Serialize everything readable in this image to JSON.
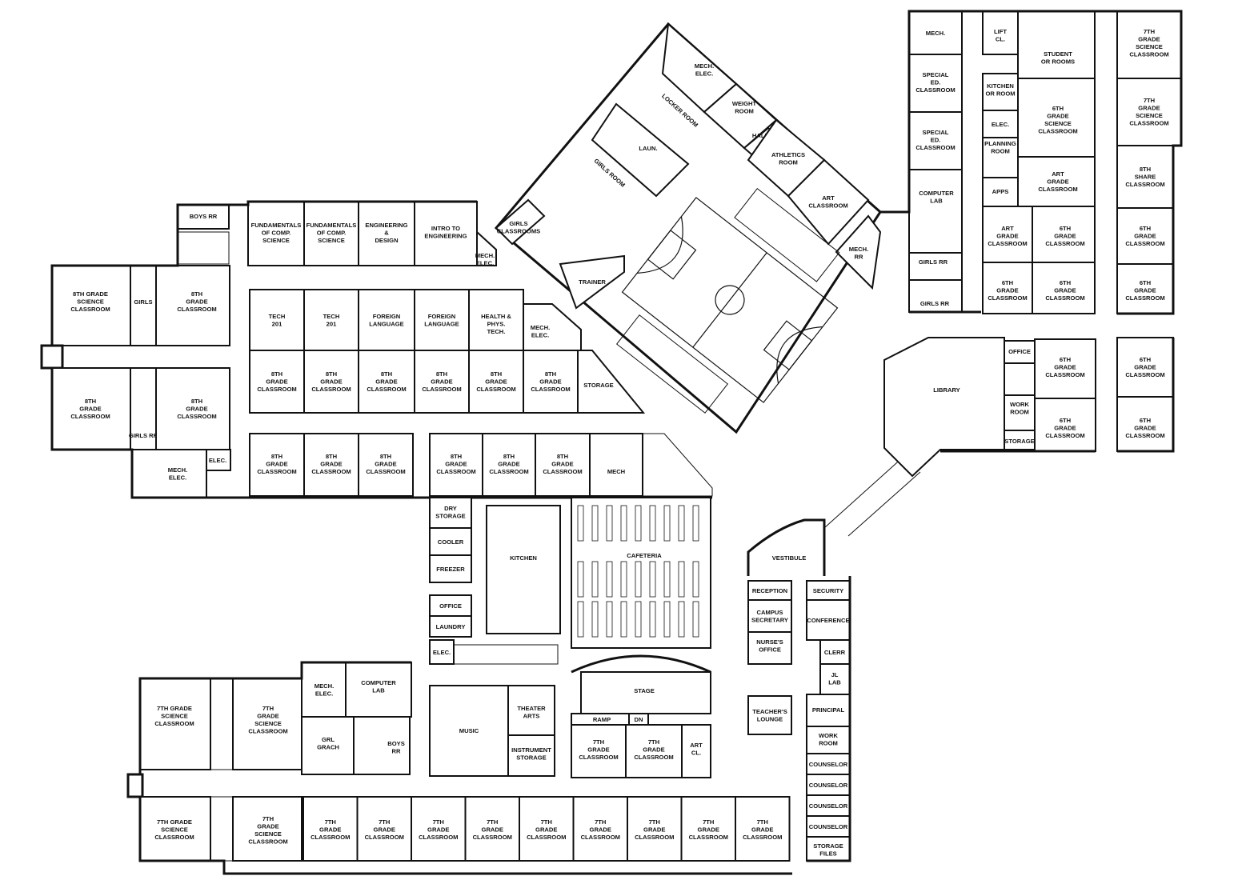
{
  "rooms": [
    {
      "id": "boys-rr-top",
      "label": "BOYS RR"
    },
    {
      "id": "fund-comp-1",
      "label": "FUNDAMENTALS\nOF COMP.\nSCIENCE"
    },
    {
      "id": "fund-comp-2",
      "label": "FUNDAMENTALS\nOF COMP.\nSCIENCE"
    },
    {
      "id": "eng-design",
      "label": "ENGINEERING\n&\nDESIGN"
    },
    {
      "id": "intro-eng",
      "label": "INTRO TO\nENGINEERING"
    },
    {
      "id": "mech-elec-small",
      "label": "MECH.\nELEC."
    },
    {
      "id": "g8-sci-nw",
      "label": "8TH GRADE\nSCIENCE\nCLASSROOM"
    },
    {
      "id": "girls-nw",
      "label": "GIRLS"
    },
    {
      "id": "g8-nw-2",
      "label": "8TH\nGRADE\nCLASSROOM"
    },
    {
      "id": "g8-w-1",
      "label": "8TH\nGRADE\nCLASSROOM"
    },
    {
      "id": "g8-w-2",
      "label": "8TH\nGRADE\nCLASSROOM"
    },
    {
      "id": "girls-rr-w",
      "label": "GIRLS RR"
    },
    {
      "id": "mech-elec-w",
      "label": "MECH.\nELEC."
    },
    {
      "id": "elec-w",
      "label": "ELEC."
    },
    {
      "id": "tech-1",
      "label": "TECH\n201"
    },
    {
      "id": "tech-2",
      "label": "TECH\n201"
    },
    {
      "id": "foreign-1",
      "label": "FOREIGN\nLANGUAGE"
    },
    {
      "id": "foreign-2",
      "label": "FOREIGN\nLANGUAGE"
    },
    {
      "id": "health",
      "label": "HEALTH &\nPHYS.\nTECH."
    },
    {
      "id": "mech-elec-mid",
      "label": "MECH.\nELEC."
    },
    {
      "id": "g8-r2-1",
      "label": "8TH\nGRADE\nCLASSROOM"
    },
    {
      "id": "g8-r2-2",
      "label": "8TH\nGRADE\nCLASSROOM"
    },
    {
      "id": "g8-r2-3",
      "label": "8TH\nGRADE\nCLASSROOM"
    },
    {
      "id": "g8-r2-4",
      "label": "8TH\nGRADE\nCLASSROOM"
    },
    {
      "id": "g8-r2-5",
      "label": "8TH\nGRADE\nCLASSROOM"
    },
    {
      "id": "g8-r2-6",
      "label": "8TH\nGRADE\nCLASSROOM"
    },
    {
      "id": "storage-mid",
      "label": "STORAGE"
    },
    {
      "id": "g8-r3-1",
      "label": "8TH\nGRADE\nCLASSROOM"
    },
    {
      "id": "g8-r3-2",
      "label": "8TH\nGRADE\nCLASSROOM"
    },
    {
      "id": "g8-r3-3",
      "label": "8TH\nGRADE\nCLASSROOM"
    },
    {
      "id": "g8-r3-4",
      "label": "8TH\nGRADE\nCLASSROOM"
    },
    {
      "id": "g8-r3-5",
      "label": "8TH\nGRADE\nCLASSROOM"
    },
    {
      "id": "g8-r3-6",
      "label": "8TH\nGRADE\nCLASSROOM"
    },
    {
      "id": "mech-cafe",
      "label": "MECH"
    },
    {
      "id": "dry-storage",
      "label": "DRY\nSTORAGE"
    },
    {
      "id": "cooler",
      "label": "COOLER"
    },
    {
      "id": "freezer",
      "label": "FREEZER"
    },
    {
      "id": "office-kitchen",
      "label": "OFFICE"
    },
    {
      "id": "laundry",
      "label": "LAUNDRY"
    },
    {
      "id": "elec-kitchen",
      "label": "ELEC."
    },
    {
      "id": "kitchen",
      "label": "KITCHEN"
    },
    {
      "id": "cafeteria",
      "label": "CAFETERIA"
    },
    {
      "id": "stage",
      "label": "STAGE"
    },
    {
      "id": "ramp",
      "label": "RAMP"
    },
    {
      "id": "dn",
      "label": "DN"
    },
    {
      "id": "music",
      "label": "MUSIC"
    },
    {
      "id": "theater",
      "label": "THEATER\nARTS"
    },
    {
      "id": "instrument",
      "label": "INSTRUMENT\nSTORAGE"
    },
    {
      "id": "g7-stage-1",
      "label": "7TH\nGRADE\nCLASSROOM"
    },
    {
      "id": "g7-stage-2",
      "label": "7TH\nGRADE\nCLASSROOM"
    },
    {
      "id": "art-cl",
      "label": "ART\nCL."
    },
    {
      "id": "mech-elec-sw",
      "label": "MECH.\nELEC."
    },
    {
      "id": "comp-lab-sw",
      "label": "COMPUTER\nLAB"
    },
    {
      "id": "girls-sw",
      "label": "GRL\nGRACH"
    },
    {
      "id": "boys-sw",
      "label": "BOYS\nRR"
    },
    {
      "id": "g7-sci-sw-1",
      "label": "7TH GRADE\nSCIENCE\nCLASSROOM"
    },
    {
      "id": "g7-sci-sw-2",
      "label": "7TH\nGRADE\nSCIENCE\nCLASSROOM"
    },
    {
      "id": "g7-sci-sw-3",
      "label": "7TH GRADE\nSCIENCE\nCLASSROOM"
    },
    {
      "id": "g7-sci-sw-4",
      "label": "7TH\nGRADE\nSCIENCE\nCLASSROOM"
    },
    {
      "id": "g7-bot-1",
      "label": "7TH\nGRADE\nCLASSROOM"
    },
    {
      "id": "g7-bot-2",
      "label": "7TH\nGRADE\nCLASSROOM"
    },
    {
      "id": "g7-bot-3",
      "label": "7TH\nGRADE\nCLASSROOM"
    },
    {
      "id": "g7-bot-4",
      "label": "7TH\nGRADE\nCLASSROOM"
    },
    {
      "id": "g7-bot-5",
      "label": "7TH\nGRADE\nCLASSROOM"
    },
    {
      "id": "g7-bot-6",
      "label": "7TH\nGRADE\nCLASSROOM"
    },
    {
      "id": "g7-bot-7",
      "label": "7TH\nGRADE\nCLASSROOM"
    },
    {
      "id": "g7-bot-8",
      "label": "7TH\nGRADE\nCLASSROOM"
    },
    {
      "id": "g7-bot-9",
      "label": "7TH\nGRADE\nCLASSROOM"
    },
    {
      "id": "vestibule",
      "label": "VESTIBULE"
    },
    {
      "id": "reception",
      "label": "RECEPTION"
    },
    {
      "id": "security",
      "label": "SECURITY"
    },
    {
      "id": "campus-sec",
      "label": "CAMPUS\nSECRETARY"
    },
    {
      "id": "conference",
      "label": "CONFERENCE"
    },
    {
      "id": "nurse",
      "label": "NURSE'S\nOFFICE"
    },
    {
      "id": "clerr",
      "label": "CLERR"
    },
    {
      "id": "jl-lab",
      "label": "JL\nLAB"
    },
    {
      "id": "principal",
      "label": "PRINCIPAL"
    },
    {
      "id": "teacher-lounge",
      "label": "TEACHER'S\nLOUNGE"
    },
    {
      "id": "work-room-off",
      "label": "WORK\nROOM"
    },
    {
      "id": "counselor-1",
      "label": "COUNSELOR"
    },
    {
      "id": "counselor-2",
      "label": "COUNSELOR"
    },
    {
      "id": "counselor-3",
      "label": "COUNSELOR"
    },
    {
      "id": "counselor-4",
      "label": "COUNSELOR"
    },
    {
      "id": "storage-files",
      "label": "STORAGE\nFILES"
    },
    {
      "id": "library",
      "label": "LIBRARY"
    },
    {
      "id": "office-lib",
      "label": "OFFICE"
    },
    {
      "id": "work-room-lib",
      "label": "WORK\nROOM"
    },
    {
      "id": "storage-lib",
      "label": "STORAGE"
    },
    {
      "id": "mech-ne",
      "label": "MECH."
    },
    {
      "id": "lift",
      "label": "LIFT\nCL."
    },
    {
      "id": "student-rooms",
      "label": "STUDENT\nOR ROOMS"
    },
    {
      "id": "g7-sci-ne-1",
      "label": "7TH\nGRADE\nSCIENCE\nCLASSROOM"
    },
    {
      "id": "special-1",
      "label": "SPECIAL\nED.\nCLASSROOM"
    },
    {
      "id": "kitchen-ne",
      "label": "KITCHEN\nOR ROOM"
    },
    {
      "id": "g6-sci-ne",
      "label": "6TH\nGRADE\nSCIENCE\nCLASSROOM"
    },
    {
      "id": "g7-sci-ne-2",
      "label": "7TH\nGRADE\nSCIENCE\nCLASSROOM"
    },
    {
      "id": "special-2",
      "label": "SPECIAL\nED.\nCLASSROOM"
    },
    {
      "id": "elec-ne",
      "label": "ELEC."
    },
    {
      "id": "planning",
      "label": "PLANNING\nROOM"
    },
    {
      "id": "apps",
      "label": "APPS"
    },
    {
      "id": "art-grade-1",
      "label": "ART\nGRADE\nCLASSROOM"
    },
    {
      "id": "g8-share",
      "label": "8TH\nSHARE\nCLASSROOM"
    },
    {
      "id": "comp-lab-ne",
      "label": "COMPUTER\nLAB"
    },
    {
      "id": "art-grade-2",
      "label": "ART\nGRADE\nCLASSROOM"
    },
    {
      "id": "g6-ne-1",
      "label": "6TH\nGRADE\nCLASSROOM"
    },
    {
      "id": "g6-ne-2",
      "label": "6TH\nGRADE\nCLASSROOM"
    },
    {
      "id": "girls-rr-ne-1",
      "label": "GIRLS RR"
    },
    {
      "id": "girls-rr-ne-2",
      "label": "GIRLS RR"
    },
    {
      "id": "g6-ne-3",
      "label": "6TH\nGRADE\nCLASSROOM"
    },
    {
      "id": "g6-ne-4",
      "label": "6TH\nGRADE\nCLASSROOM"
    },
    {
      "id": "g6-ne-5",
      "label": "6TH\nGRADE\nCLASSROOM"
    },
    {
      "id": "g6-e-1",
      "label": "6TH\nGRADE\nCLASSROOM"
    },
    {
      "id": "g6-e-2",
      "label": "6TH\nGRADE\nCLASSROOM"
    },
    {
      "id": "g6-e-3",
      "label": "6TH\nGRADE\nCLASSROOM"
    },
    {
      "id": "g6-e-4",
      "label": "6TH\nGRADE\nCLASSROOM"
    },
    {
      "id": "mech-elec-gym",
      "label": "MECH.\nELEC."
    },
    {
      "id": "weight",
      "label": "WEIGHT\nROOM"
    },
    {
      "id": "hall",
      "label": "HALL"
    },
    {
      "id": "athletics",
      "label": "ATHLETICS\nROOM"
    },
    {
      "id": "art-class-gym",
      "label": "ART\nCLASSROOM"
    },
    {
      "id": "mech-rr-gym",
      "label": "MECH.\nRR"
    },
    {
      "id": "laun",
      "label": "LAUN."
    },
    {
      "id": "trainer",
      "label": "TRAINER"
    },
    {
      "id": "girls-classroom",
      "label": "GIRLS\nCLASSROOMS"
    },
    {
      "id": "locker-room",
      "label": "LOCKER ROOM"
    },
    {
      "id": "girls-room",
      "label": "GIRLS ROOM"
    }
  ]
}
